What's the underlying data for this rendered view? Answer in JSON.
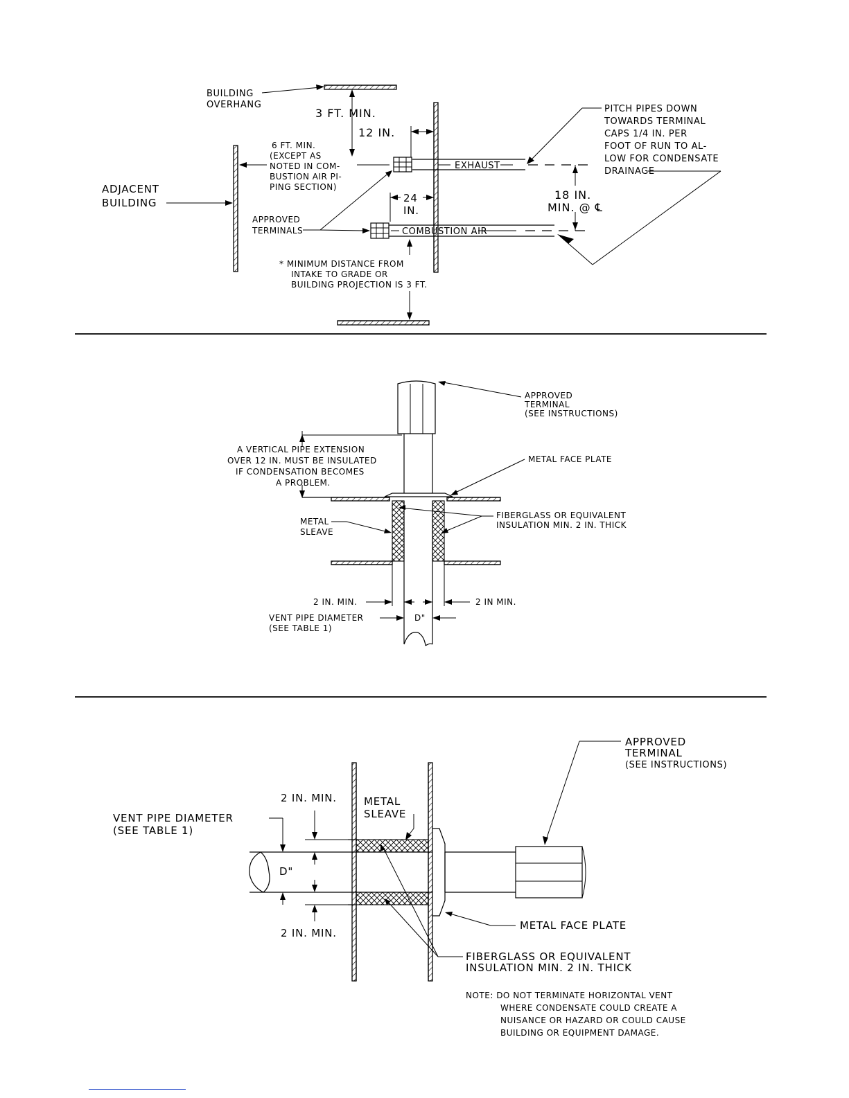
{
  "figure1": {
    "building_overhang": [
      "BUILDING",
      "OVERHANG"
    ],
    "three_ft_min": "3 FT. MIN.",
    "twelve_in": "12 IN.",
    "six_ft_min": [
      "6 FT. MIN.",
      "(EXCEPT AS",
      "NOTED IN COM-",
      "BUSTION AIR PI-",
      "PING SECTION)"
    ],
    "adjacent_building": [
      "ADJACENT",
      "BUILDING"
    ],
    "exhaust": "EXHAUST",
    "twentyfour_in": [
      "24",
      "IN."
    ],
    "approved_terminals": [
      "APPROVED",
      "TERMINALS"
    ],
    "combustion_air": "COMBUSTION AIR",
    "eighteen_in": [
      "18  IN.",
      "MIN. @ ℄"
    ],
    "pitch_note": [
      "PITCH PIPES DOWN",
      "TOWARDS TERMINAL",
      "CAPS 1/4 IN. PER",
      "FOOT OF RUN TO AL-",
      "LOW FOR CONDENSATE",
      "DRAINAGE"
    ],
    "min_distance_note": [
      "* MINIMUM DISTANCE FROM",
      "INTAKE TO GRADE OR",
      "BUILDING PROJECTION IS 3 FT."
    ]
  },
  "figure2": {
    "approved_terminal": [
      "APPROVED",
      "TERMINAL",
      "(SEE INSTRUCTIONS)"
    ],
    "vertical_note": [
      "A VERTICAL PIPE EXTENSION",
      "OVER 12 IN. MUST BE INSULATED",
      "IF CONDENSATION BECOMES",
      "A PROBLEM."
    ],
    "metal_face_plate": "METAL FACE PLATE",
    "metal_sleave": [
      "METAL",
      "SLEAVE"
    ],
    "insulation": [
      "FIBERGLASS OR EQUIVALENT",
      "INSULATION MIN. 2 IN. THICK"
    ],
    "two_in_min_left": "2 IN. MIN.",
    "two_in_min_right": "2 IN MIN.",
    "vent_pipe_diameter": [
      "VENT PIPE DIAMETER",
      "(SEE TABLE 1)"
    ],
    "d_label": "D\""
  },
  "figure3": {
    "approved_terminal": [
      "APPROVED",
      "TERMINAL",
      "(SEE INSTRUCTIONS)"
    ],
    "two_in_min_top": "2 IN. MIN.",
    "metal_sleave": [
      "METAL",
      "SLEAVE"
    ],
    "vent_pipe_diameter": [
      "VENT PIPE DIAMETER",
      "(SEE TABLE 1)"
    ],
    "d_label": "D\"",
    "metal_face_plate": "METAL FACE PLATE",
    "two_in_min_bottom": "2 IN. MIN.",
    "insulation": [
      "FIBERGLASS OR EQUIVALENT",
      "INSULATION MIN. 2 IN. THICK"
    ],
    "note": [
      "NOTE:  DO NOT TERMINATE HORIZONTAL VENT",
      "WHERE CONDENSATE COULD CREATE A",
      "NUISANCE OR HAZARD OR COULD CAUSE",
      "BUILDING OR EQUIPMENT DAMAGE."
    ]
  }
}
